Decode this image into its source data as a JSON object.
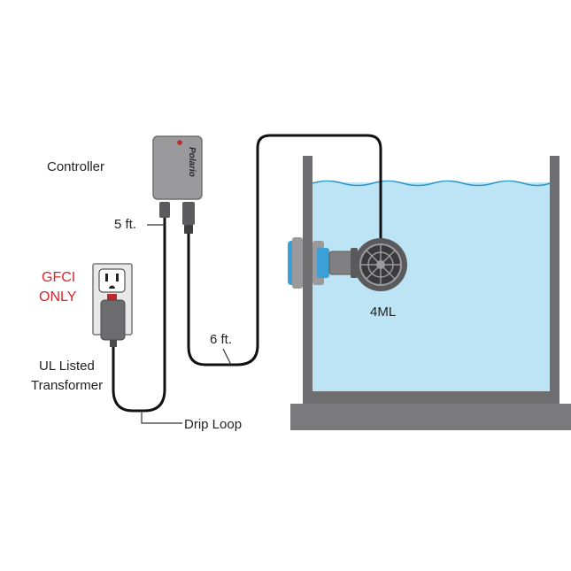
{
  "labels": {
    "controller": "Controller",
    "five_ft": "5 ft.",
    "gfci_line1": "GFCI",
    "gfci_line2": "ONLY",
    "ul_line1": "UL Listed",
    "ul_line2": "Transformer",
    "six_ft": "6 ft.",
    "drip_loop": "Drip Loop",
    "pump": "4ML",
    "brand": "Polario"
  },
  "colors": {
    "water": "#bde4f5",
    "water_line": "#2f95c6",
    "tank_frame": "#6e6e70",
    "tank_base": "#7a7a7c",
    "device_gray": "#9a9a9c",
    "magnet_blue": "#3b9fd8",
    "warning_red": "#d8262c",
    "indicator_red": "#c0282c"
  }
}
